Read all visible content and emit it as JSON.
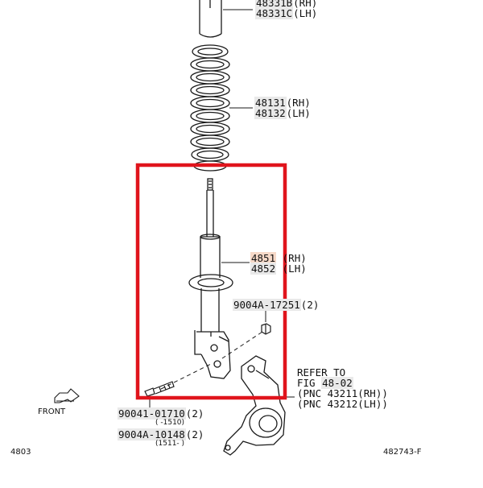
{
  "labels": {
    "support": {
      "pn1": "48331B",
      "s1": "(RH)",
      "pn2": "48331C",
      "s2": "(LH)"
    },
    "spring": {
      "pn1": "48131",
      "s1": "(RH)",
      "pn2": "48132",
      "s2": "(LH)"
    },
    "absorber": {
      "pn1": "4851",
      "s1": "(RH)",
      "pn2": "4852",
      "s2": "(LH)"
    },
    "nut": {
      "pn": "9004A-17251",
      "qty": "(2)"
    },
    "refer": {
      "line1": "REFER TO",
      "fig_prefix": "FIG ",
      "fig_num": "48-02",
      "line3": "(PNC 43211(RH))",
      "line4": "(PNC 43212(LH))"
    },
    "bolt1": {
      "pn": "90041-01710",
      "qty": "(2)",
      "range": "(    -1510)"
    },
    "bolt2": {
      "pn": "9004A-10148",
      "qty": "(2)",
      "range": "(1511-     )"
    },
    "front": "FRONT",
    "fig_code": "4803",
    "drawing_code": "482743-F"
  },
  "colors": {
    "highlight_box": "#e0141c",
    "line": "#1a1a1a",
    "part_number_bg": "#e9e9e9",
    "highlighted_part_bg": "#f6d9c8"
  },
  "icons": [
    "front-arrow-icon"
  ]
}
